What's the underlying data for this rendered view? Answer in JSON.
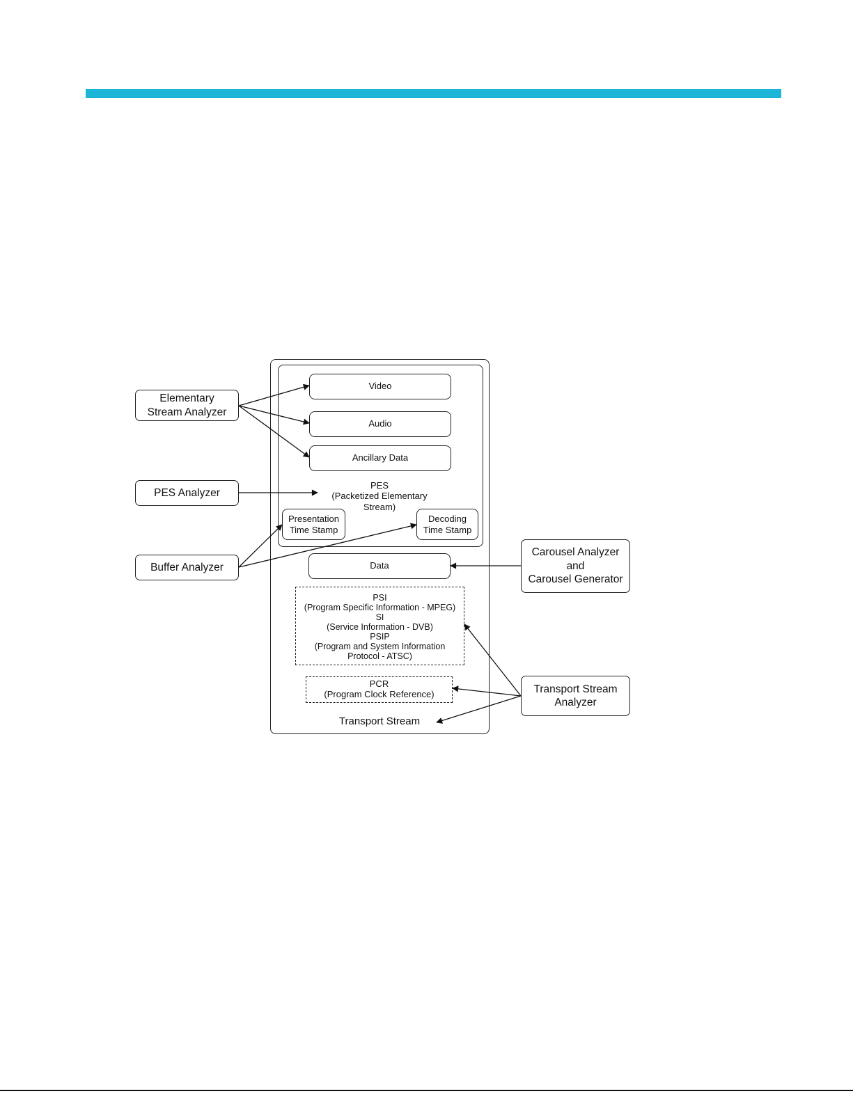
{
  "diagram": {
    "nodes": {
      "video": "Video",
      "audio": "Audio",
      "ancillary_data": "Ancillary Data",
      "pes": "PES\n(Packetized Elementary\nStream)",
      "presentation_time_stamp": "Presentation\nTime Stamp",
      "decoding_time_stamp": "Decoding\nTime Stamp",
      "data": "Data",
      "psi": "PSI\n(Program Specific Information - MPEG)\nSI\n(Service Information - DVB)\nPSIP\n(Program and System Information\nProtocol - ATSC)",
      "pcr": "PCR\n(Program Clock Reference)",
      "transport_stream": "Transport Stream"
    },
    "tools": {
      "elementary_stream_analyzer": "Elementary\nStream Analyzer",
      "pes_analyzer": "PES Analyzer",
      "buffer_analyzer": "Buffer Analyzer",
      "carousel": "Carousel Analyzer\nand\nCarousel Generator",
      "transport_stream_analyzer": "Transport Stream\nAnalyzer"
    }
  }
}
